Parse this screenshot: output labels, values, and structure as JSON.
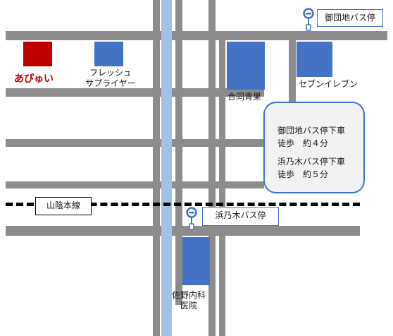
{
  "map": {
    "places": {
      "apyui": "あぴゅい",
      "fresh_line1": "フレッシュ",
      "fresh_line2": "サプライヤー",
      "godo_seika": "合同青果",
      "seven_eleven": "セブンイレブン",
      "sano_line1": "佐野内科",
      "sano_line2": "医院"
    },
    "stops": {
      "gondanji": "御団地バス停",
      "hamanogi": "浜乃木バス停"
    },
    "rail_line": "山陰本線",
    "directions": {
      "route1_line1": "御団地バス停下車",
      "route1_line2": "徒歩　約４分",
      "route2_line1": "浜乃木バス停下車",
      "route2_line2": "徒歩　約５分"
    },
    "colors": {
      "road": "#8c8c8c",
      "river": "#9dc3e6",
      "building": "#4472c4",
      "destination": "#c00000",
      "callout_border": "#4472c4",
      "callout_fill": "#f2f2f2"
    },
    "icons": {
      "bus_stop": "bus-stop-icon"
    }
  }
}
